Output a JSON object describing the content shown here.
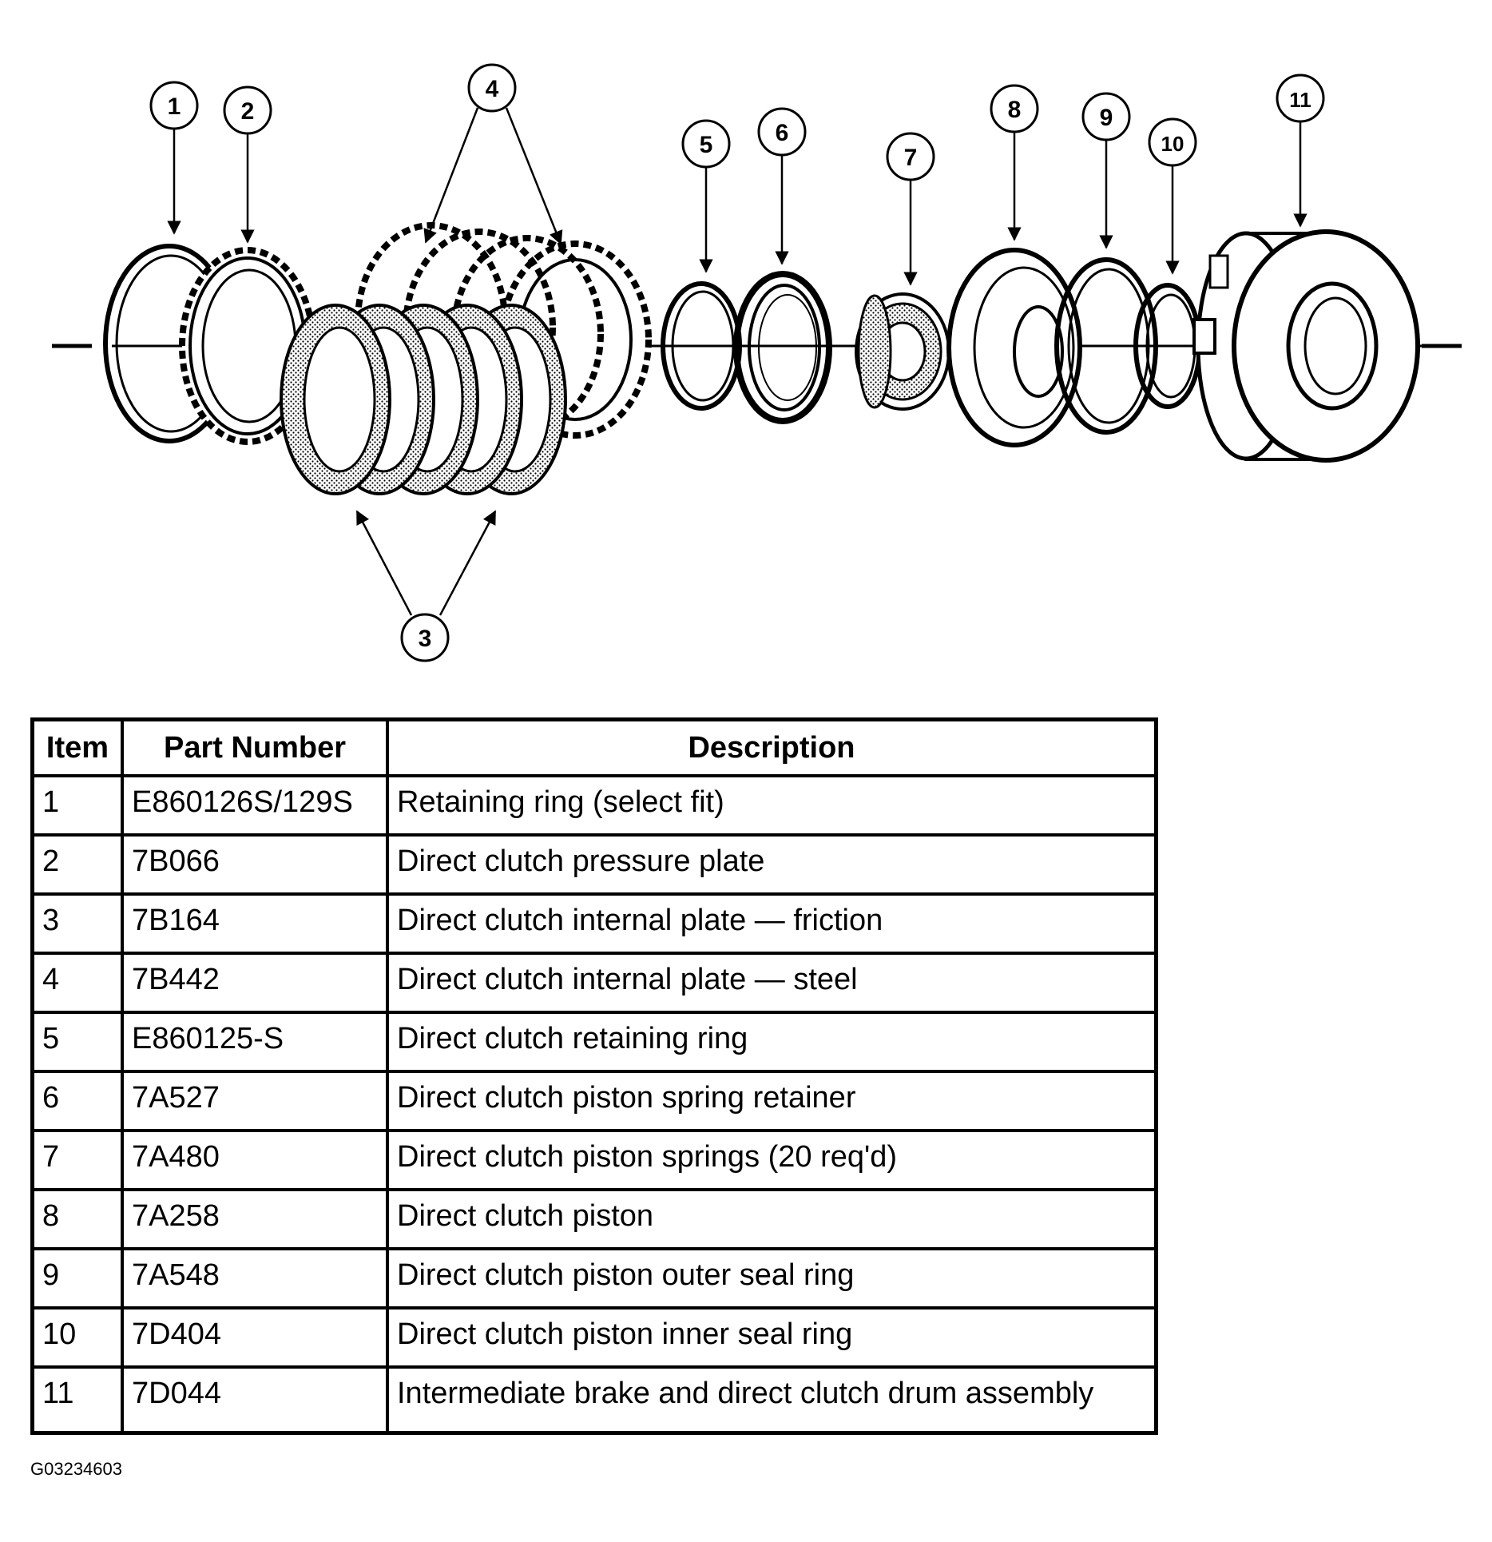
{
  "callouts": [
    "1",
    "2",
    "3",
    "4",
    "5",
    "6",
    "7",
    "8",
    "9",
    "10",
    "11"
  ],
  "table": {
    "headers": {
      "item": "Item",
      "part_number": "Part Number",
      "description": "Description"
    },
    "rows": [
      {
        "item": "1",
        "part_number": "E860126S/129S",
        "description": "Retaining ring (select fit)"
      },
      {
        "item": "2",
        "part_number": "7B066",
        "description": "Direct clutch pressure plate"
      },
      {
        "item": "3",
        "part_number": "7B164",
        "description": "Direct clutch internal plate — friction"
      },
      {
        "item": "4",
        "part_number": "7B442",
        "description": "Direct clutch internal plate — steel"
      },
      {
        "item": "5",
        "part_number": "E860125-S",
        "description": "Direct clutch retaining ring"
      },
      {
        "item": "6",
        "part_number": "7A527",
        "description": "Direct clutch piston spring retainer"
      },
      {
        "item": "7",
        "part_number": "7A480",
        "description": "Direct clutch piston springs (20 req'd)"
      },
      {
        "item": "8",
        "part_number": "7A258",
        "description": "Direct clutch piston"
      },
      {
        "item": "9",
        "part_number": "7A548",
        "description": "Direct clutch piston outer seal ring"
      },
      {
        "item": "10",
        "part_number": "7D404",
        "description": "Direct clutch piston inner seal ring"
      },
      {
        "item": "11",
        "part_number": "7D044",
        "description": "Intermediate brake and direct clutch drum assembly"
      }
    ]
  },
  "figure_id": "G03234603"
}
